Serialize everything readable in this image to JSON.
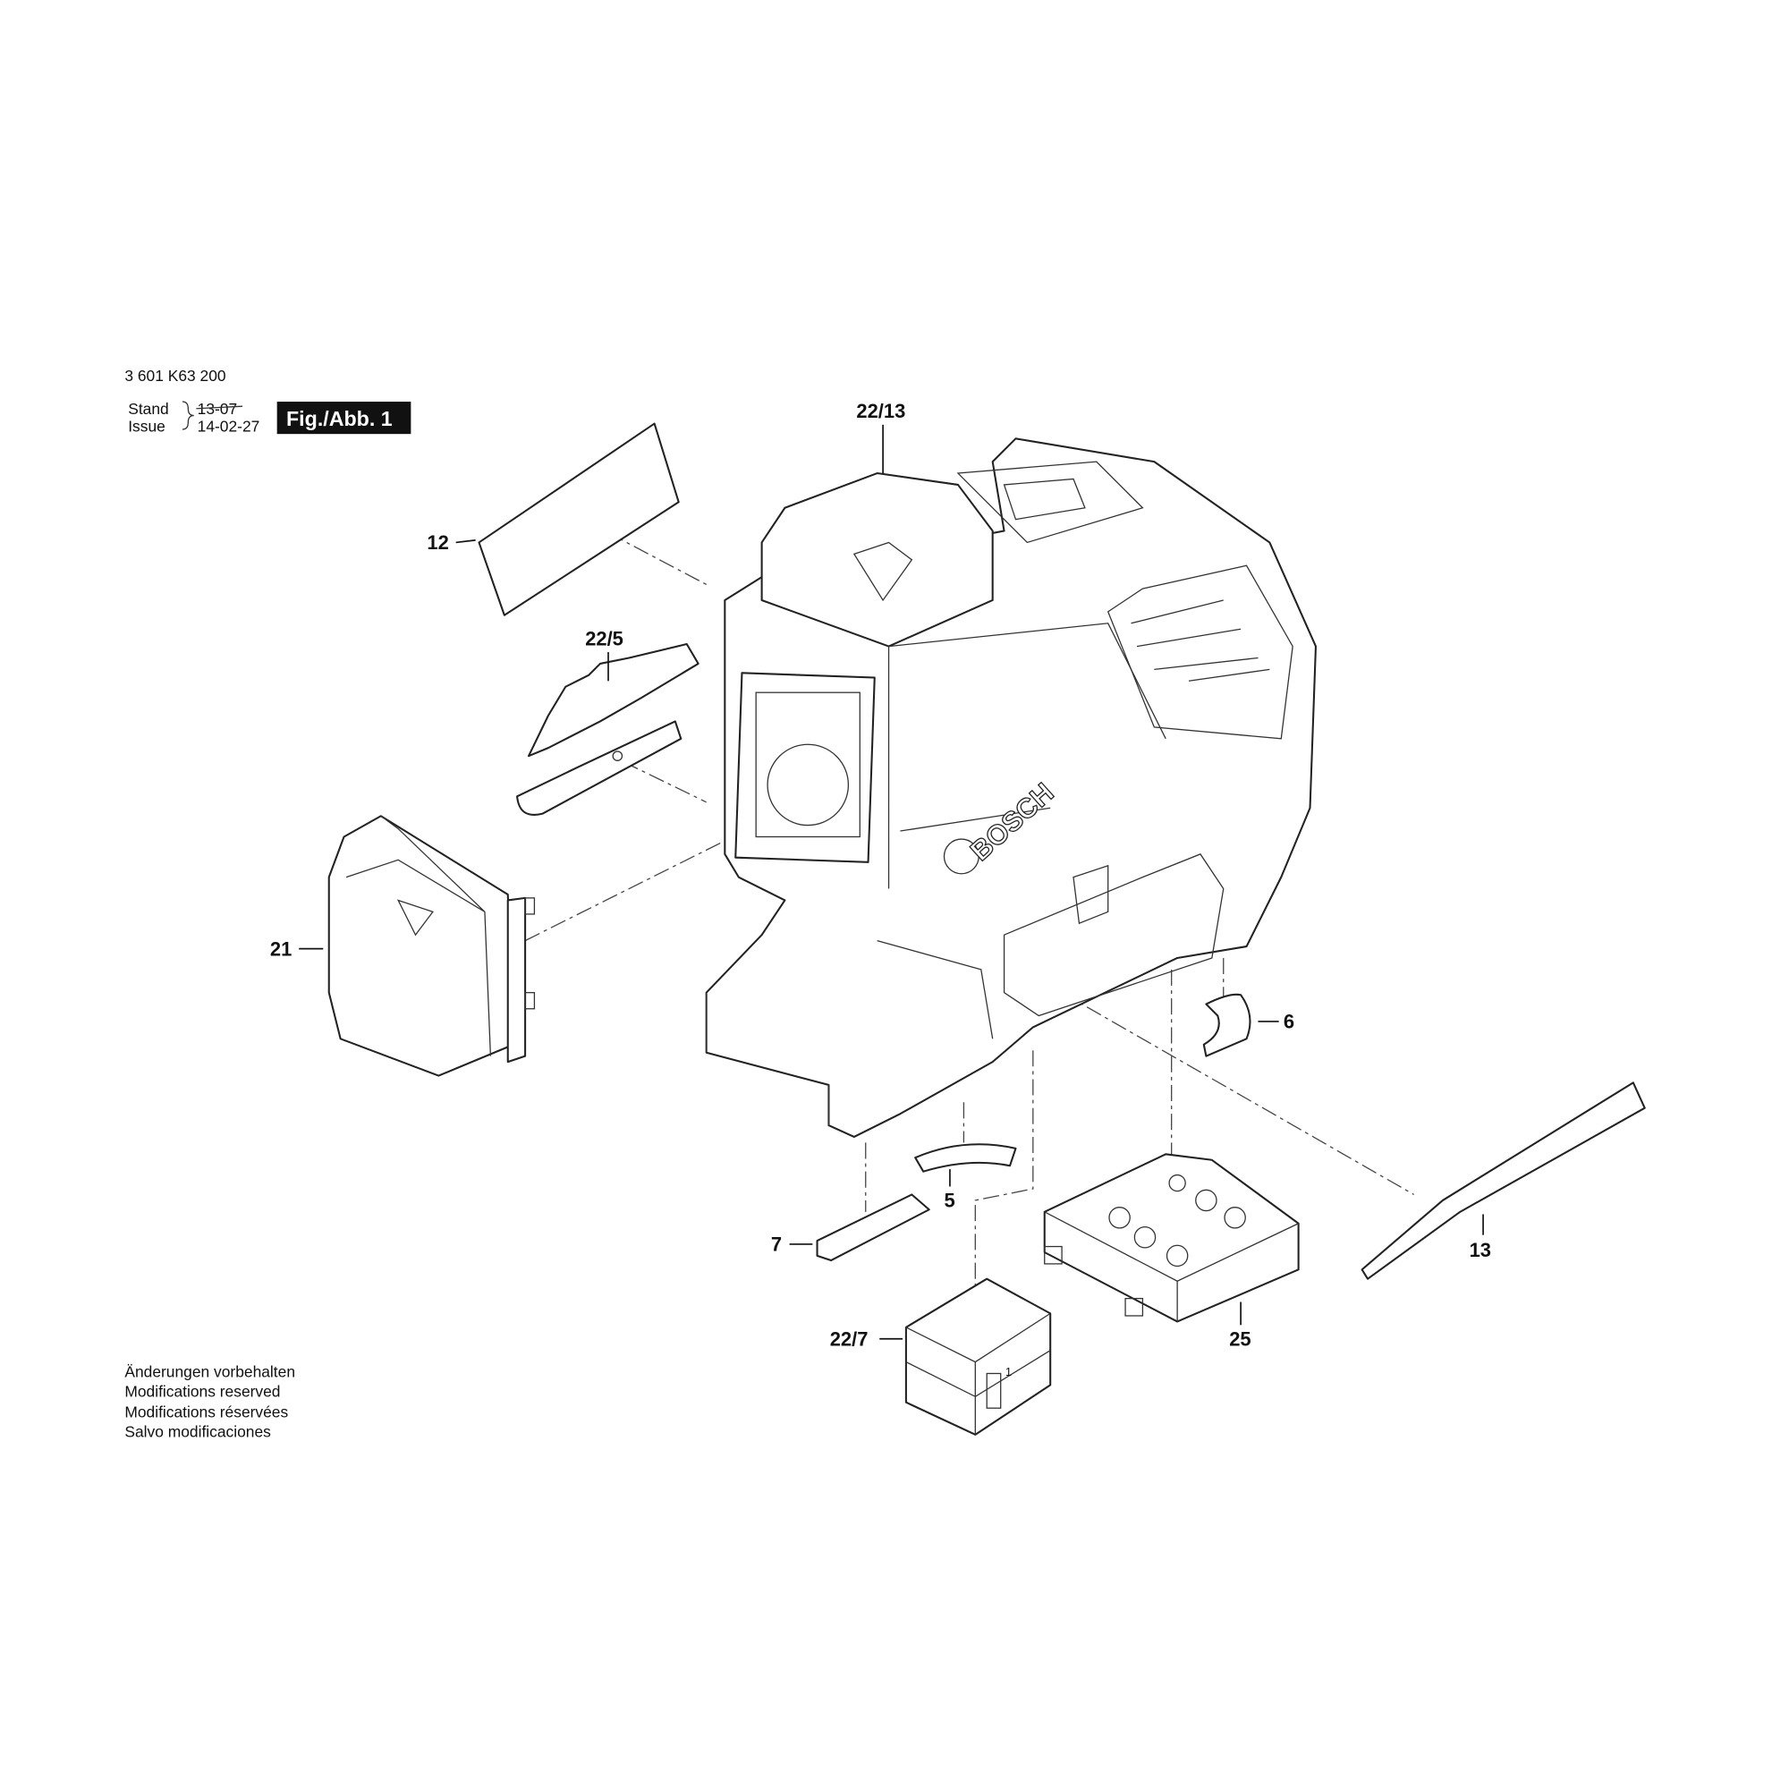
{
  "header": {
    "part_number": "3 601 K63 200",
    "stand_label": "Stand",
    "issue_label": "Issue",
    "stand_date": "13-07",
    "issue_date": "14-02-27",
    "figure_badge": "Fig./Abb. 1"
  },
  "brand_logo": "BOSCH",
  "callouts": {
    "c22_13": "22/13",
    "c12": "12",
    "c22_5": "22/5",
    "c21": "21",
    "c6": "6",
    "c5": "5",
    "c7": "7",
    "c13": "13",
    "c22_7": "22/7",
    "c25": "25",
    "battery_mark": "1"
  },
  "footer": {
    "line1": "Änderungen vorbehalten",
    "line2": "Modifications reserved",
    "line3": "Modifications réservées",
    "line4": "Salvo modificaciones"
  }
}
